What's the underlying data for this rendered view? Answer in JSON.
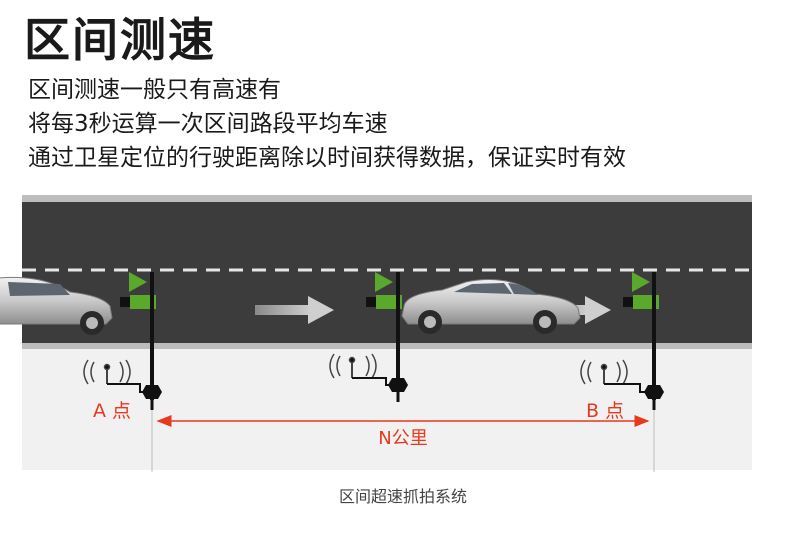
{
  "title": "区间测速",
  "lines": [
    "区间测速一般只有高速有",
    "将每3秒运算一次区间路段平均车速",
    "通过卫星定位的行驶距离除以时间获得数据，保证实时有效"
  ],
  "diagram": {
    "point_a_label": "A 点",
    "point_b_label": "B 点",
    "distance_label": "N公里",
    "caption": "区间超速抓拍系统"
  },
  "colors": {
    "accent_red": "#e8391f",
    "flag_green": "#5aa82c",
    "road": "#3c3c3c"
  }
}
